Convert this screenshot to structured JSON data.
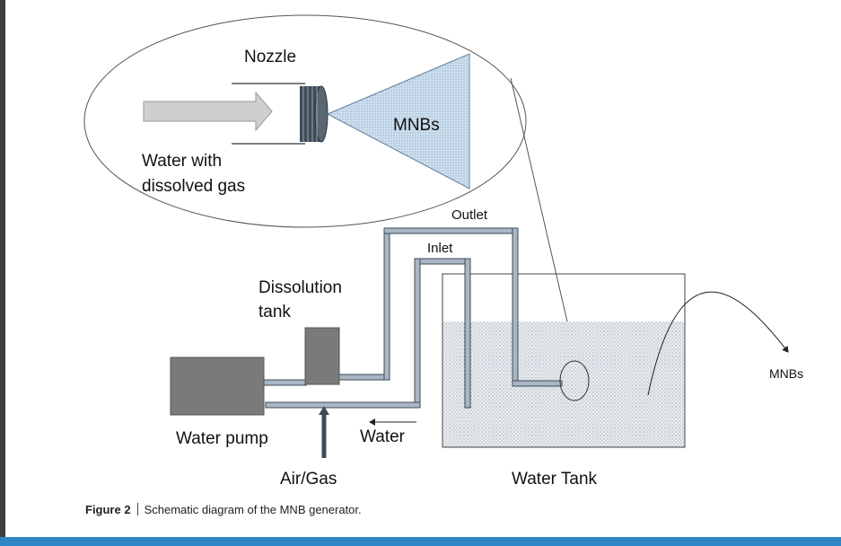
{
  "labels": {
    "nozzle": "Nozzle",
    "mnbs_inset": "MNBs",
    "water_with": "Water with",
    "dissolved_gas": "dissolved gas",
    "outlet": "Outlet",
    "inlet": "Inlet",
    "dissolution": "Dissolution",
    "tank": "tank",
    "water_pump": "Water pump",
    "water": "Water",
    "air_gas": "Air/Gas",
    "water_tank": "Water Tank",
    "mnbs_out": "MNBs"
  },
  "caption": {
    "figure": "Figure 2",
    "text": "Schematic diagram of the MNB generator."
  },
  "colors": {
    "pipe": "#a9b6c3",
    "pipe_edge": "#3f4b57",
    "equipment": "#7a7a7a",
    "water_fill": "#dfe4ea",
    "spray": "#c9dcee",
    "accent_bar": "#2f86c6"
  }
}
